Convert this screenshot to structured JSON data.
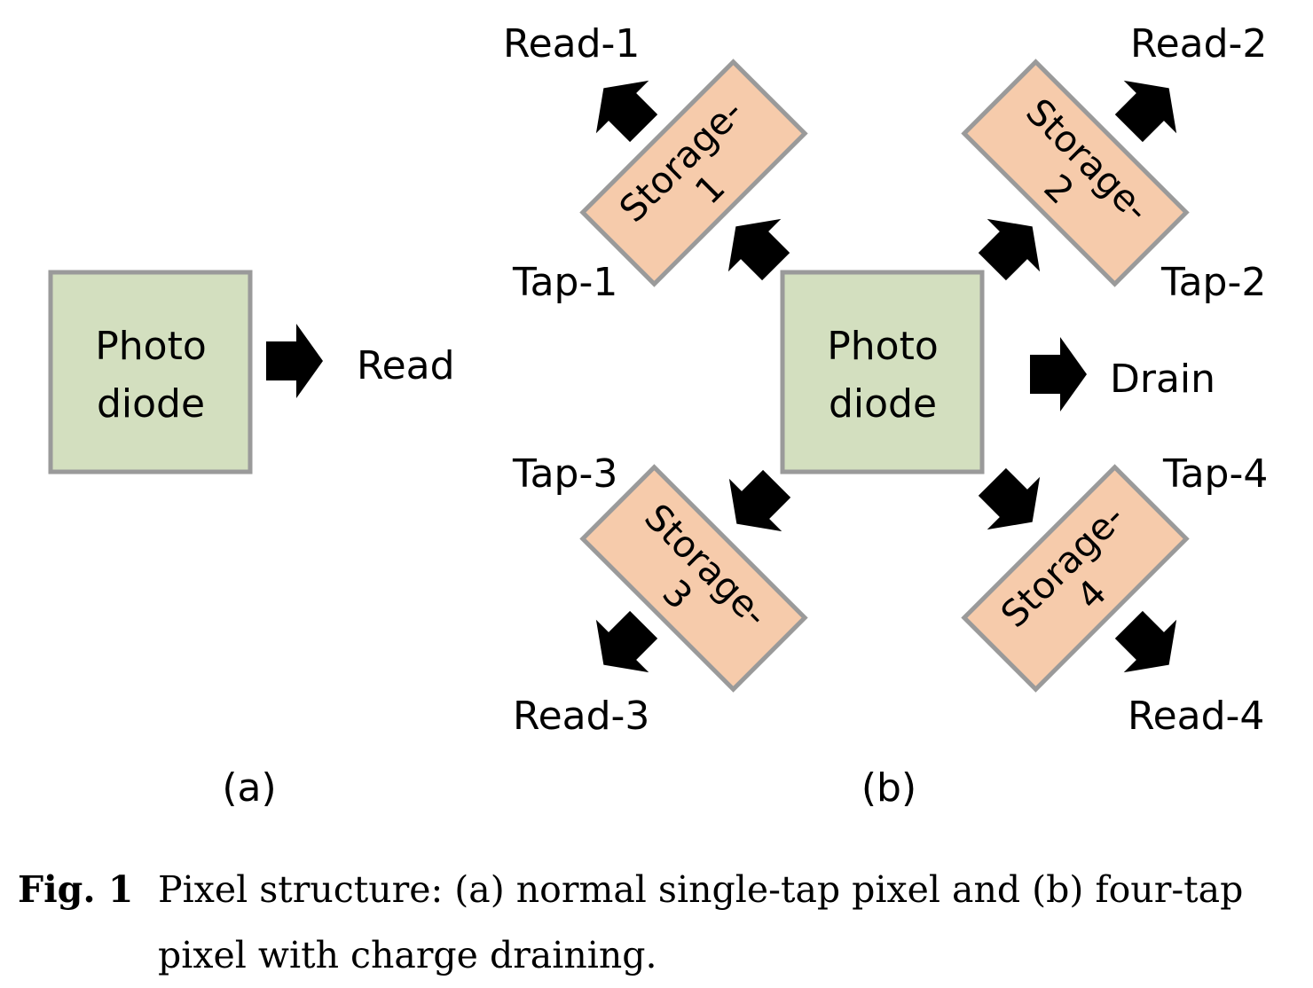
{
  "panel_a": {
    "photodiode_line1": "Photo",
    "photodiode_line2": "diode",
    "read_label": "Read",
    "sub_label": "(a)"
  },
  "panel_b": {
    "photodiode_line1": "Photo",
    "photodiode_line2": "diode",
    "drain_label": "Drain",
    "sub_label": "(b)",
    "taps": [
      {
        "tap": "Tap-1",
        "read": "Read-1",
        "storage_line1": "Storage-",
        "storage_line2": "1"
      },
      {
        "tap": "Tap-2",
        "read": "Read-2",
        "storage_line1": "Storage-",
        "storage_line2": "2"
      },
      {
        "tap": "Tap-3",
        "read": "Read-3",
        "storage_line1": "Storage-",
        "storage_line2": "3"
      },
      {
        "tap": "Tap-4",
        "read": "Read-4",
        "storage_line1": "Storage-",
        "storage_line2": "4"
      }
    ]
  },
  "caption": {
    "fig_label": "Fig. 1",
    "line1": "Pixel structure: (a) normal single-tap pixel and (b) four-tap",
    "line2": "pixel with charge draining."
  },
  "colors": {
    "photodiode_fill": "#d3dfbf",
    "storage_fill": "#f6cbab",
    "box_border": "#9a9a9a",
    "arrow": "#000000"
  }
}
